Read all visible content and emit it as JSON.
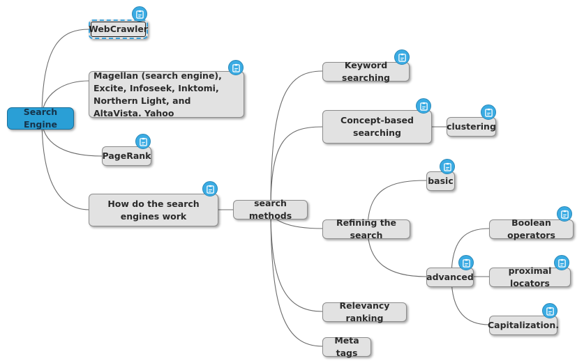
{
  "root": {
    "label": "Search Engine"
  },
  "nodes": {
    "webcrawler": "WebCrawler",
    "magellan": "Magellan (search engine), Excite, Infoseek, Inktomi, Northern Light, and AltaVista. Yahoo",
    "pagerank": "PageRank",
    "how_work": "How do the search engines work",
    "search_methods": "search methods",
    "keyword": "Keyword searching",
    "concept": "Concept-based searching",
    "clustering": "clustering",
    "refining": "Refining the search",
    "basic": "basic",
    "advanced": "advanced",
    "boolean": "Boolean operators",
    "proximal": "proximal locators",
    "capitalization": "Capitalization.",
    "relevancy": "Relevancy ranking",
    "meta": "Meta tags"
  },
  "note_icon": "note-icon",
  "colors": {
    "root_fill": "#2a9fd6",
    "node_fill": "#e2e2e2",
    "note_badge": "#3aabe3",
    "line": "#6b6b6b"
  }
}
